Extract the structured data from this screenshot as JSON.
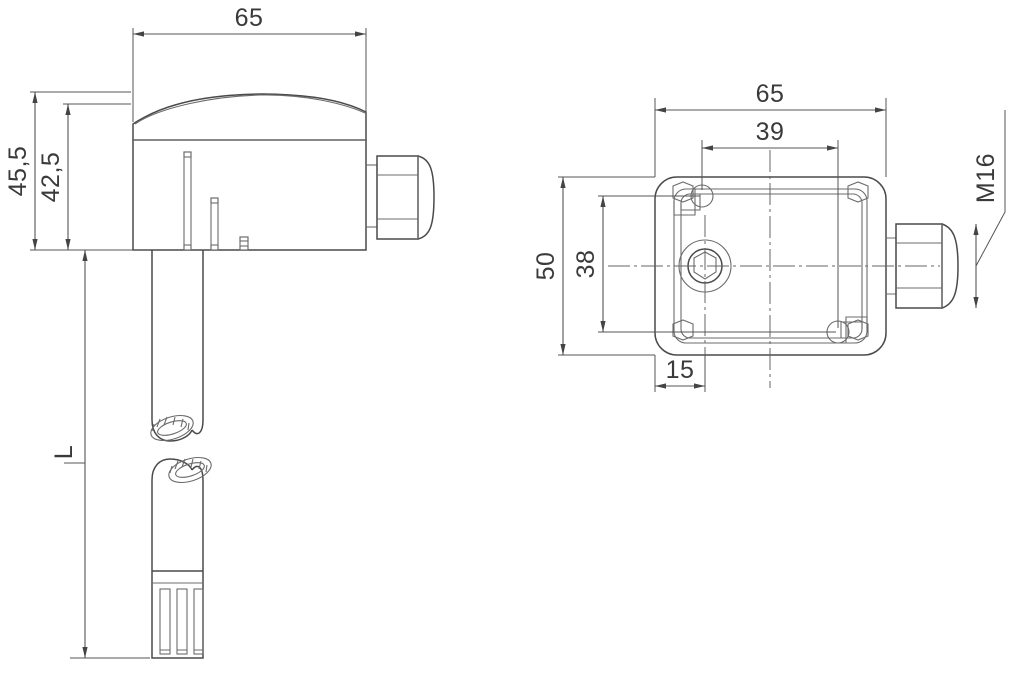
{
  "drawing": {
    "title": "Duct-mount temperature / humidity sensor — dimensioned drawing",
    "units": "mm",
    "background_color": "#ffffff",
    "line_color": "#4a4a4a",
    "dimension_color": "#555555",
    "text_color": "#3a3a3a"
  },
  "views": {
    "side": {
      "name": "side-elevation-view",
      "description": "Side elevation of housing with probe stem and filter cap"
    },
    "front": {
      "name": "front-plan-view",
      "description": "Plan view of housing base plate with mounting holes and cable gland"
    }
  },
  "dimensions": {
    "side_width": "65",
    "side_height_total": "45,5",
    "side_height_body": "42,5",
    "probe_length": "L",
    "front_width": "65",
    "front_hole_spacing_x": "39",
    "front_height": "50",
    "front_hole_spacing_y": "38",
    "front_hole_offset": "15",
    "gland_thread": "M16"
  },
  "labels": {
    "d65_top_left": "65",
    "d455": "45,5",
    "d425": "42,5",
    "dL": "L",
    "d65_top_right": "65",
    "d39": "39",
    "d50": "50",
    "d38": "38",
    "d15": "15",
    "dM16": "M16"
  }
}
